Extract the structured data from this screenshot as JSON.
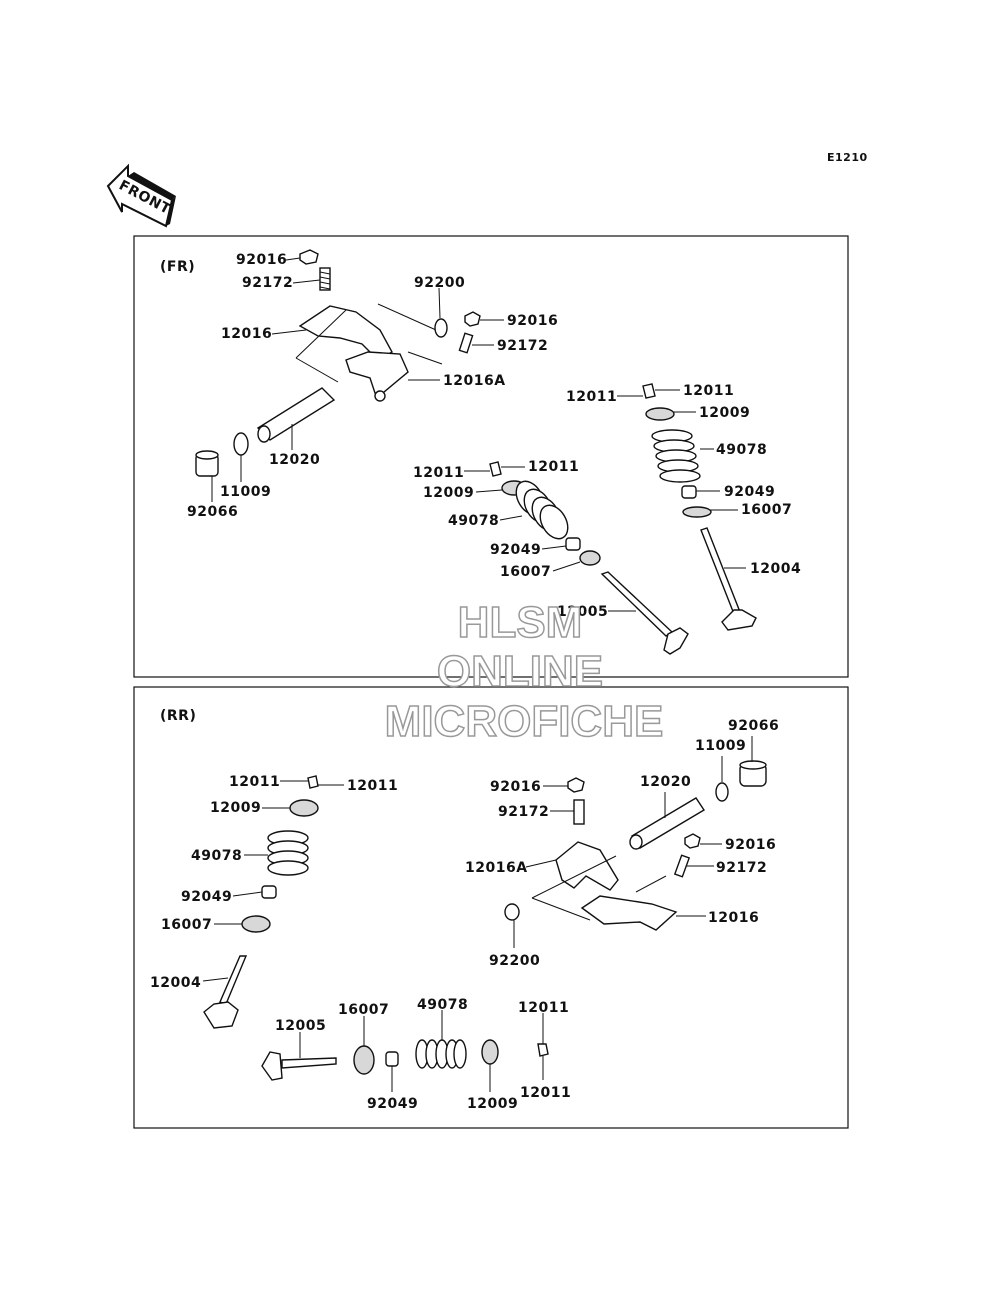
{
  "diagram_code": "E1210",
  "front_label": "FRONT",
  "sections": {
    "fr": {
      "title": "(FR)",
      "labels": {
        "l1": "92016",
        "l2": "92172",
        "l3": "92200",
        "l4": "92016",
        "l5": "12016",
        "l6": "92172",
        "l7": "12016A",
        "l8": "12011",
        "l9": "12011",
        "l10": "12009",
        "l11": "49078",
        "l12": "12020",
        "l13": "11009",
        "l14": "92066",
        "l15": "12011",
        "l16": "12011",
        "l17": "12009",
        "l18": "49078",
        "l19": "92049",
        "l20": "16007",
        "l21": "92049",
        "l22": "16007",
        "l23": "12004",
        "l24": "12005"
      }
    },
    "rr": {
      "title": "(RR)",
      "labels": {
        "l1": "92066",
        "l2": "11009",
        "l3": "12020",
        "l4": "12011",
        "l5": "12011",
        "l6": "92016",
        "l7": "12009",
        "l8": "92172",
        "l9": "92016",
        "l10": "49078",
        "l11": "12016A",
        "l12": "92172",
        "l13": "92049",
        "l14": "12016",
        "l15": "16007",
        "l16": "92200",
        "l17": "12004",
        "l18": "16007",
        "l19": "49078",
        "l20": "12011",
        "l21": "12005",
        "l22": "92049",
        "l23": "12009",
        "l24": "12011"
      }
    }
  },
  "watermark": {
    "line1": "HLSM",
    "line2": "ONLINE",
    "line3": "MICROFICHE"
  }
}
